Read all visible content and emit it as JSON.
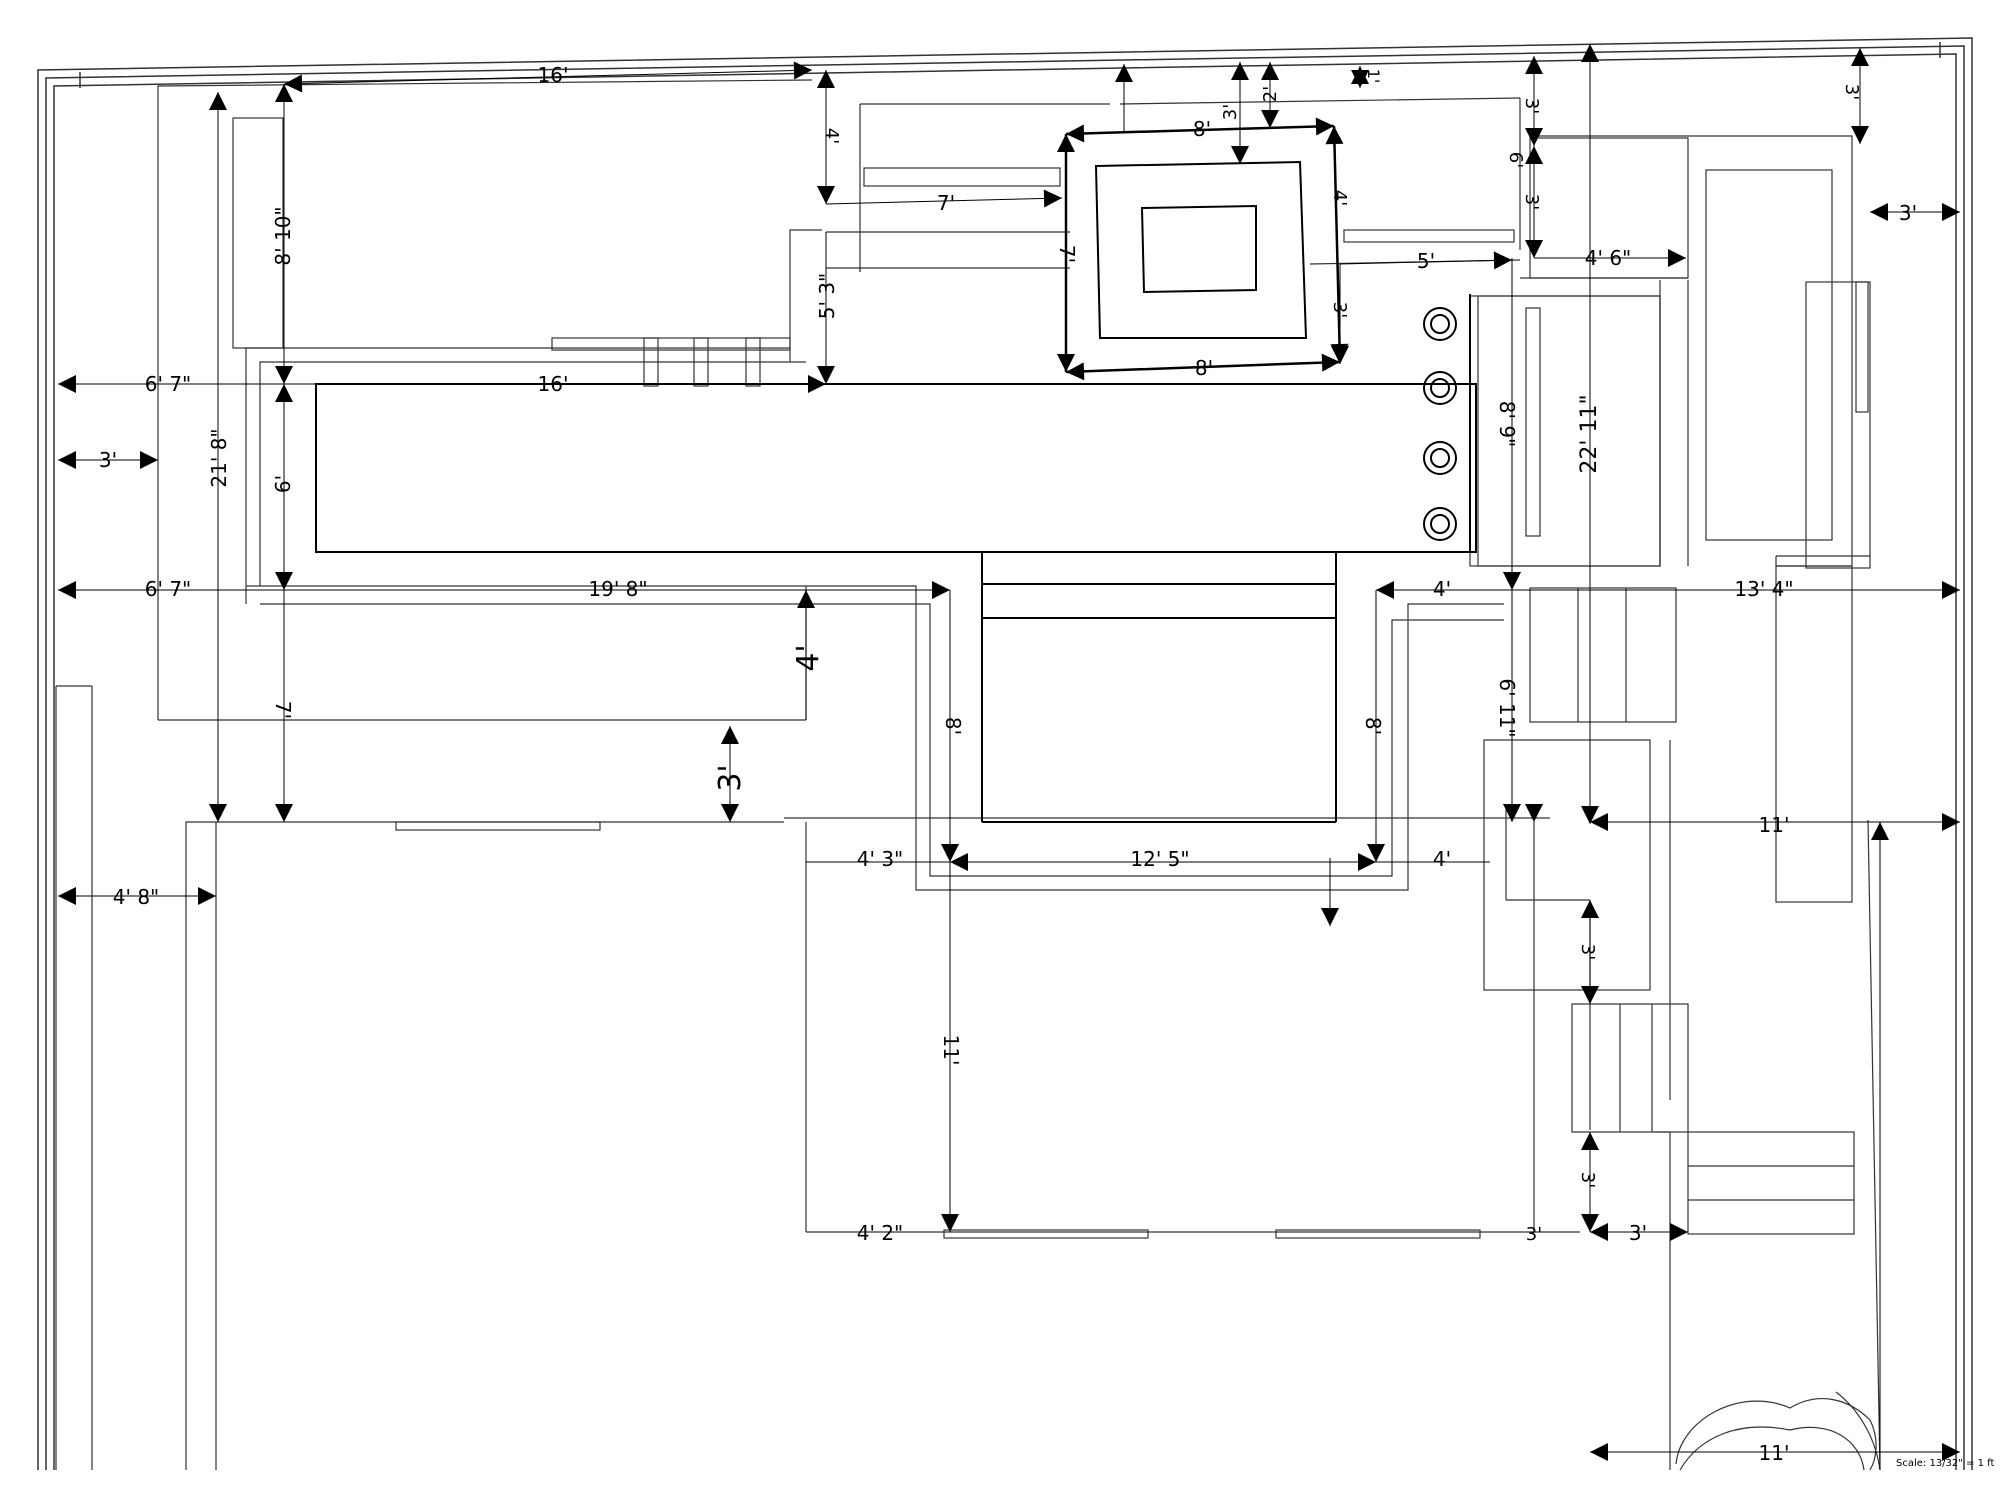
{
  "colors": {
    "ink": "#000000",
    "thin": "#555555",
    "light": "#888888",
    "background": "#ffffff"
  },
  "scale_note": "Scale: 13/32\" = 1 ft",
  "dimensions": [
    {
      "id": "d-top-16",
      "text": "16'"
    },
    {
      "id": "d-16-mid",
      "text": "16'"
    },
    {
      "id": "d-8-10",
      "text": "8' 10\""
    },
    {
      "id": "d-21-8",
      "text": "21' 8\""
    },
    {
      "id": "d-4-upper",
      "text": "4'"
    },
    {
      "id": "d-7-walk",
      "text": "7'"
    },
    {
      "id": "d-5-3",
      "text": "5' 3\""
    },
    {
      "id": "d-8-top",
      "text": "8'"
    },
    {
      "id": "d-3-top",
      "text": "3'"
    },
    {
      "id": "d-2-top",
      "text": "2'"
    },
    {
      "id": "d-1-top",
      "text": "1'"
    },
    {
      "id": "d-4-right-box",
      "text": "4'"
    },
    {
      "id": "d-7-left-box",
      "text": "7'"
    },
    {
      "id": "d-8-bottom-box",
      "text": "8'"
    },
    {
      "id": "d-5-walk",
      "text": "5'"
    },
    {
      "id": "d-3-small",
      "text": "3'"
    },
    {
      "id": "d-3-top-right",
      "text": "3'"
    },
    {
      "id": "d-6-right",
      "text": "6'"
    },
    {
      "id": "d-3-right-small",
      "text": "3'"
    },
    {
      "id": "d-4-6",
      "text": "4' 6\""
    },
    {
      "id": "d-3-far-top",
      "text": "3'"
    },
    {
      "id": "d-3-far-right",
      "text": "3'"
    },
    {
      "id": "d-6-7-a",
      "text": "6' 7\""
    },
    {
      "id": "d-3-left",
      "text": "3'"
    },
    {
      "id": "d-6-mid",
      "text": "6'"
    },
    {
      "id": "d-8-9",
      "text": "8' 9\""
    },
    {
      "id": "d-22-11",
      "text": "22' 11\""
    },
    {
      "id": "d-6-7-b",
      "text": "6' 7\""
    },
    {
      "id": "d-19-8",
      "text": "19' 8\""
    },
    {
      "id": "d-4-mid",
      "text": "4'"
    },
    {
      "id": "d-13-4",
      "text": "13' 4\""
    },
    {
      "id": "d-4-big",
      "text": "4'"
    },
    {
      "id": "d-7-lower",
      "text": "7'"
    },
    {
      "id": "d-3-big",
      "text": "3'"
    },
    {
      "id": "d-8-a",
      "text": "8'"
    },
    {
      "id": "d-8-b",
      "text": "8'"
    },
    {
      "id": "d-6-11",
      "text": "6' 11\""
    },
    {
      "id": "d-11-right",
      "text": "11'"
    },
    {
      "id": "d-4-8",
      "text": "4' 8\""
    },
    {
      "id": "d-4-3",
      "text": "4' 3\""
    },
    {
      "id": "d-12-5",
      "text": "12' 5\""
    },
    {
      "id": "d-4-lower-right",
      "text": "4'"
    },
    {
      "id": "d-3-stairs",
      "text": "3'"
    },
    {
      "id": "d-11-vertical",
      "text": "11'"
    },
    {
      "id": "d-3-lower",
      "text": "3'"
    },
    {
      "id": "d-4-2-bottom",
      "text": "4' 2\""
    },
    {
      "id": "d-3-bottom-partial",
      "text": "3'"
    },
    {
      "id": "d-3-bottom",
      "text": "3'"
    },
    {
      "id": "d-11-bottom",
      "text": "11'"
    }
  ]
}
